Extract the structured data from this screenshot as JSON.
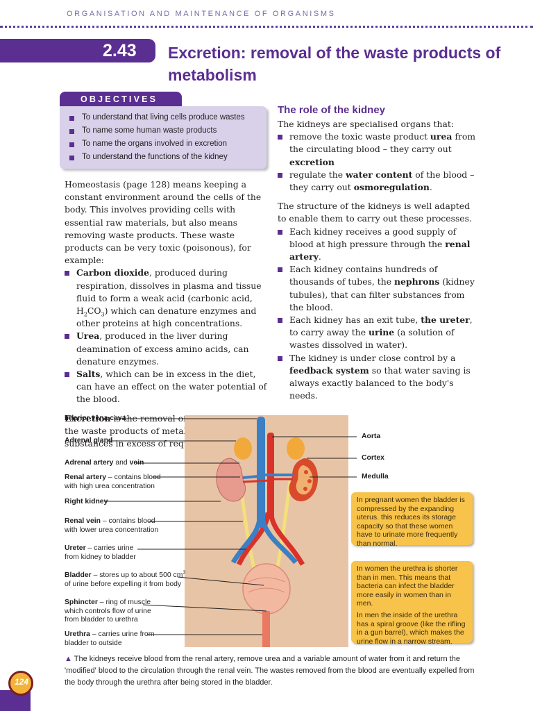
{
  "header": {
    "running_head": "ORGANISATION AND MAINTENANCE OF ORGANISMS",
    "section_number": "2.43",
    "title": "Excretion: removal of the waste products of metabolism"
  },
  "objectives": {
    "label": "OBJECTIVES",
    "items": [
      "To understand that living cells produce wastes",
      "To name some human waste products",
      "To name the organs involved in excretion",
      "To understand the functions of the kidney"
    ]
  },
  "left_column": {
    "intro": "Homeostasis (page 128) means keeping a constant environment around the cells of the body. This involves providing cells with essential raw materials, but also means removing waste products. These waste products can be very toxic (poisonous), for example:",
    "co2_term": "Carbon dioxide",
    "co2_text_a": ", produced during respiration, dissolves in plasma and tissue fluid to form a weak acid (carbonic acid, H",
    "co2_sub1": "2",
    "co2_mid": "CO",
    "co2_sub2": "3",
    "co2_text_b": ") which can denature enzymes and other proteins at high concentrations.",
    "urea_term": "Urea",
    "urea_text": ", produced in the liver during deamination of excess amino acids, can denature enzymes.",
    "salts_term": "Salts",
    "salts_text": ", which can be in excess in the diet, can have an effect on the water potential of the blood.",
    "excretion_term": "Excretion",
    "excretion_text": " is the removal of toxic materials, the waste products of metabolism and substances in excess of requirements."
  },
  "right_column": {
    "heading": "The role of the kidney",
    "intro": "The kidneys are specialised organs that:",
    "r1_a": "remove the toxic waste product ",
    "r1_term": "urea",
    "r1_b": " from the circulating blood – they carry out ",
    "r1_term2": "excretion",
    "r2_a": "regulate the ",
    "r2_term": "water content",
    "r2_b": " of the blood – they carry out ",
    "r2_term2": "osmoregulation",
    "r2_c": ".",
    "structure": "The structure of the kidneys is well adapted to enable them to carry out these processes.",
    "s1_a": "Each kidney receives a good supply of blood at high pressure through the ",
    "s1_term": "renal artery",
    "s1_b": ".",
    "s2_a": "Each kidney contains hundreds of thousands of tubes, the ",
    "s2_term": "nephrons",
    "s2_b": " (kidney tubules), that can filter substances from the blood.",
    "s3_a": "Each kidney has an exit tube, ",
    "s3_term": "the ureter",
    "s3_b": ", to carry away the ",
    "s3_term2": "urine",
    "s3_c": " (a solution of wastes dissolved in water).",
    "s4_a": "The kidney is under close control by a ",
    "s4_term": "feedback system",
    "s4_b": " so that water saving is always exactly balanced to the body's needs."
  },
  "diagram": {
    "ivc": "Inferior vena cava",
    "adrenal_gland": "Adrenal gland",
    "adrenal_artery": "Adrenal artery",
    "and": " and ",
    "vein": "vein",
    "renal_artery": "Renal artery",
    "renal_artery_desc": " – contains blood",
    "renal_artery_desc2": "with high urea concentration",
    "right_kidney": "Right kidney",
    "renal_vein": "Renal vein",
    "renal_vein_desc": " – contains blood",
    "renal_vein_desc2": "with lower urea concentration",
    "ureter": "Ureter",
    "ureter_desc": " – carries urine",
    "ureter_desc2": "from kidney to bladder",
    "bladder": "Bladder",
    "bladder_desc": " – stores up to about 500 cm",
    "bladder_sup": "3",
    "bladder_desc2": "of urine before expelling it from body",
    "sphincter": "Sphincter",
    "sphincter_desc": " – ring of muscle",
    "sphincter_desc2": "which controls flow of urine",
    "sphincter_desc3": "from bladder to urethra",
    "urethra": "Urethra",
    "urethra_desc": " – carries urine from",
    "urethra_desc2": "bladder to outside",
    "aorta": "Aorta",
    "cortex": "Cortex",
    "medulla": "Medulla"
  },
  "info_boxes": {
    "pregnant": "In pregnant women the bladder is compressed by the expanding uterus. this reduces its storage capacity so that these women have to urinate more frequently than normal.",
    "women": "In women the urethra is shorter than in men. This means that bacteria can infect the bladder more easily in women than in men.",
    "men": "In men the inside of the urethra has a spiral groove (like the rifling in a gun barrel), which makes the urine flow in a narrow stream."
  },
  "caption": {
    "marker": "▲",
    "text": "The kidneys receive blood from the renal artery, remove urea and a variable amount of water from it and return the 'modified' blood to the circulation through the renal vein. The wastes removed from the blood are eventually expelled from the body through the urethra after being stored in the bladder."
  },
  "page_number": "124",
  "colors": {
    "accent_purple": "#5b2e91",
    "objectives_bg": "#d9d0ea",
    "info_yellow": "#f7c34a",
    "skin": "#e8c4a6",
    "vein_blue": "#3b7fc4",
    "artery_red": "#d8322a"
  }
}
